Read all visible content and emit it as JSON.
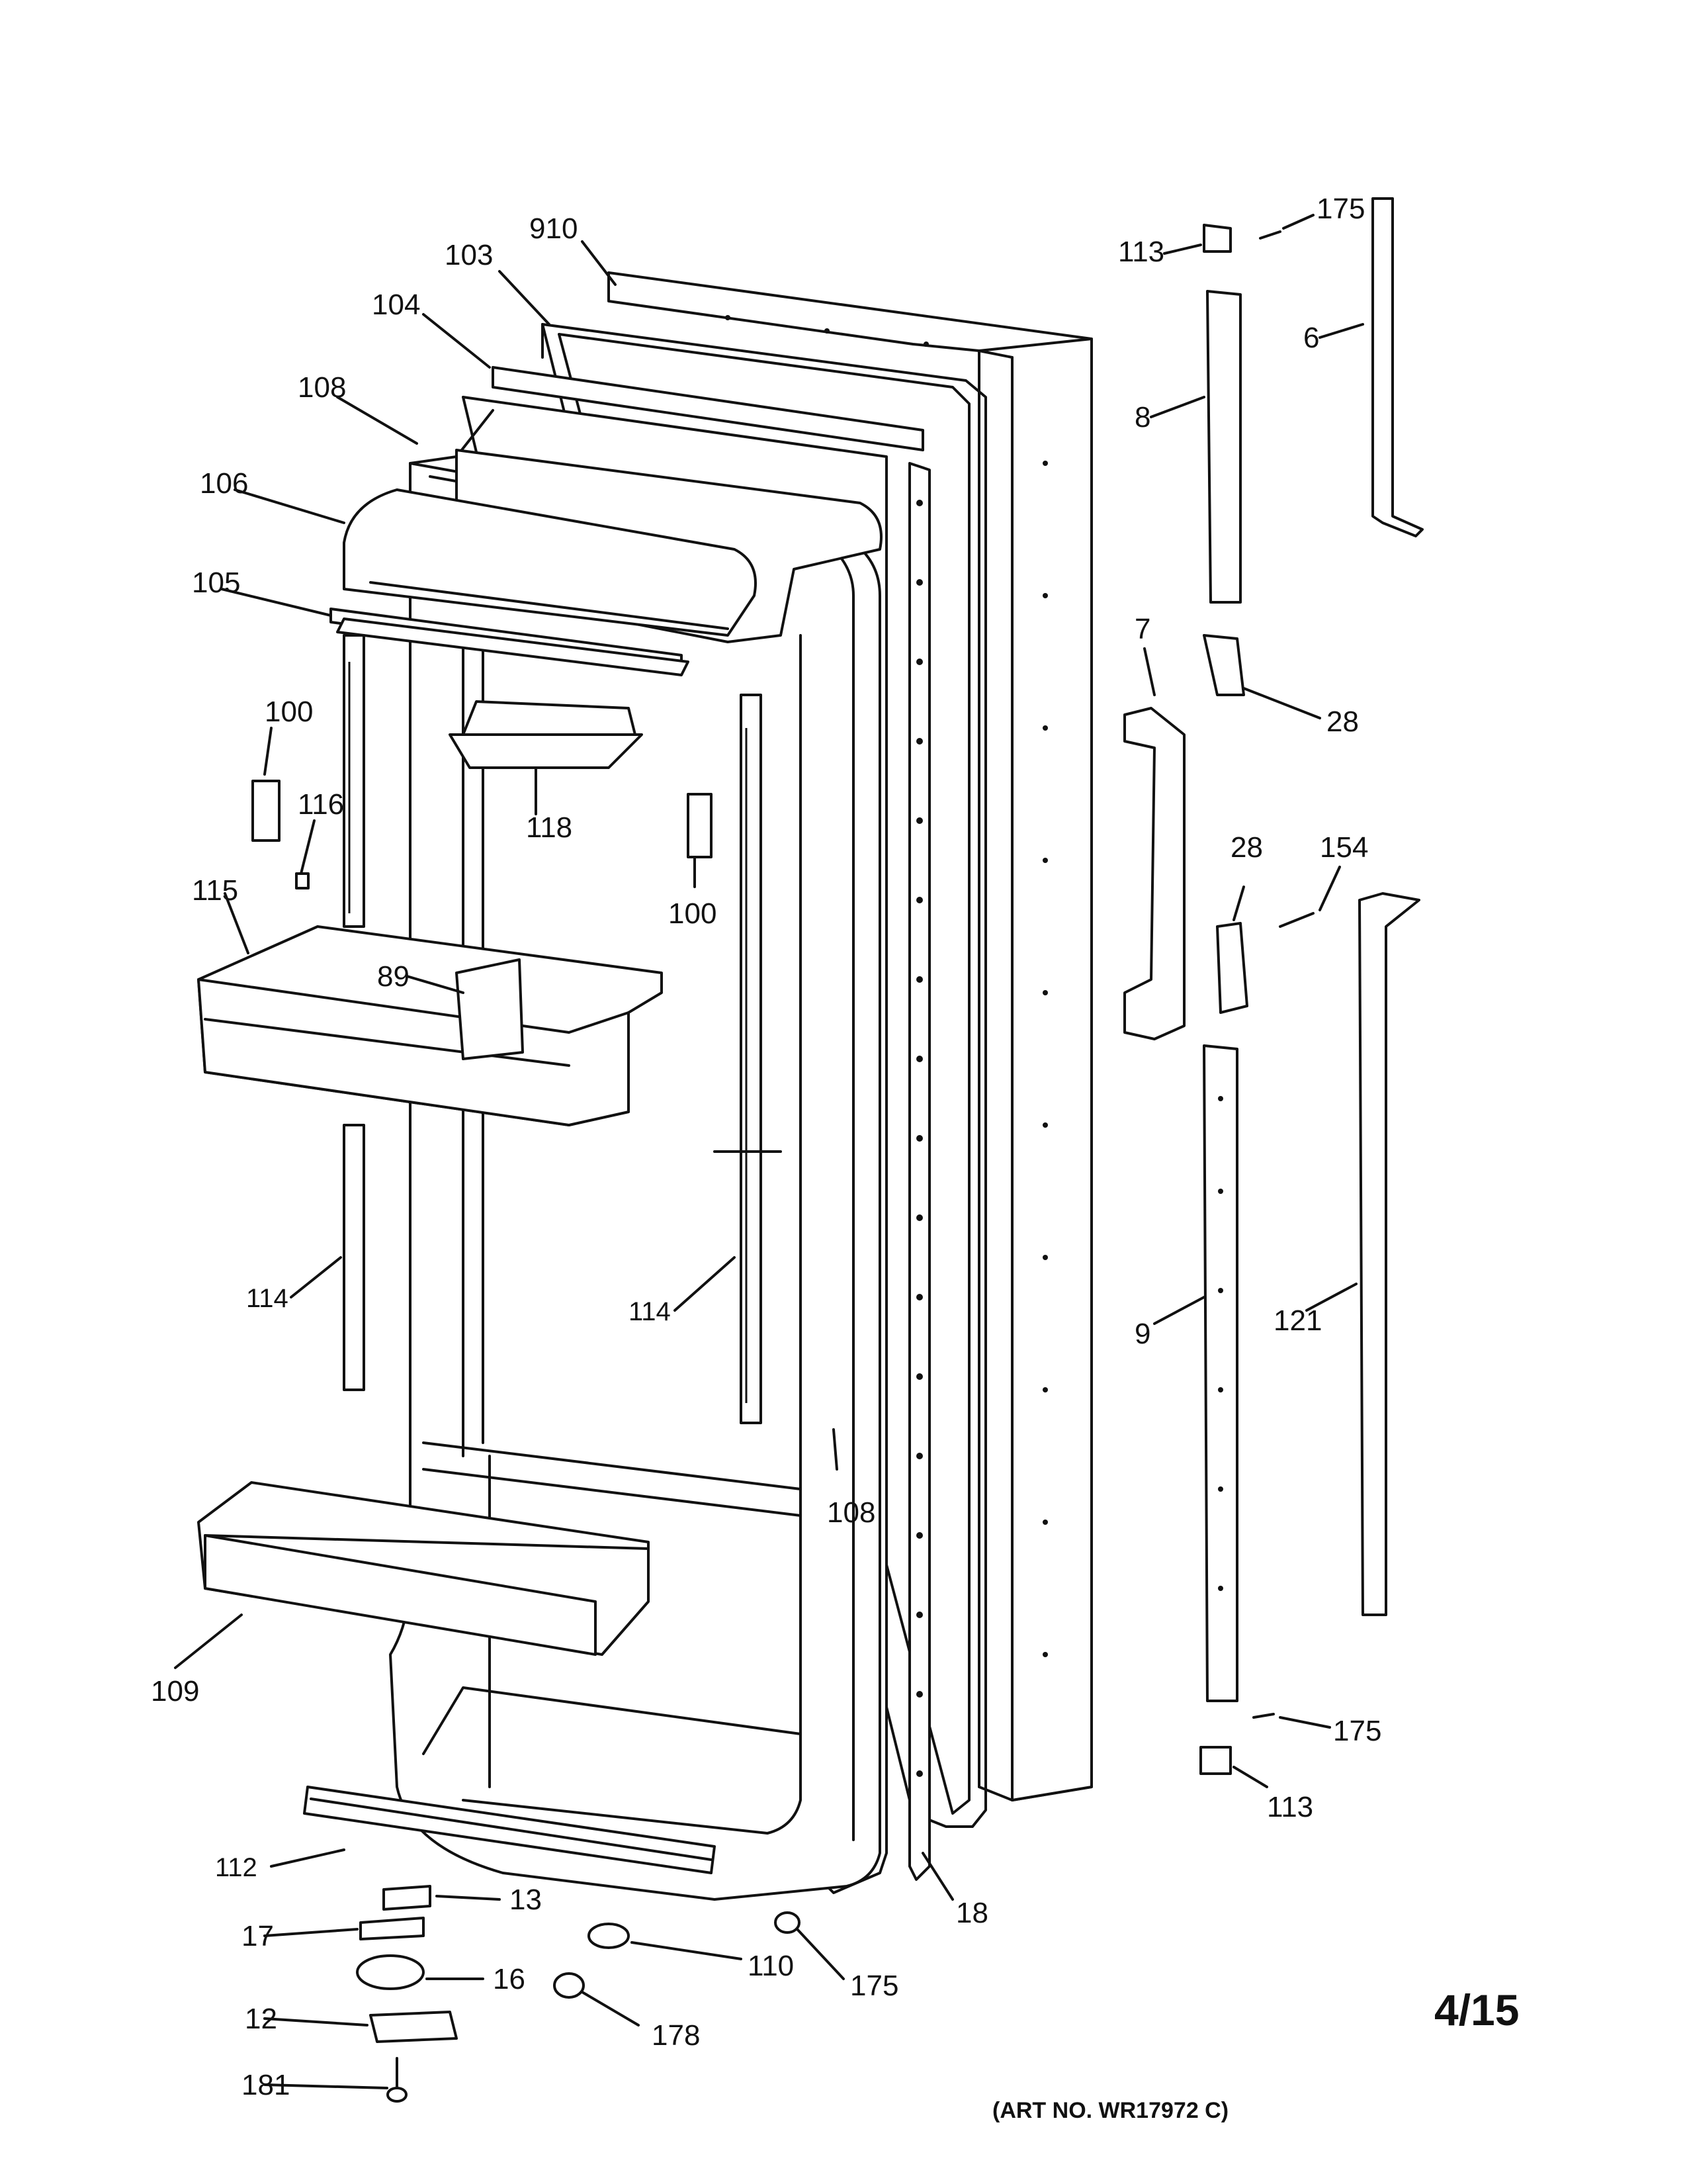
{
  "diagram": {
    "page_number": "4/15",
    "art_number": "(ART NO. WR17972 C)",
    "callouts": {
      "c910": "910",
      "c103": "103",
      "c104": "104",
      "c108a": "108",
      "c106": "106",
      "c105": "105",
      "c100a": "100",
      "c116": "116",
      "c115": "115",
      "c89": "89",
      "c118": "118",
      "c100b": "100",
      "c114a": "114",
      "c114b": "114",
      "c108b": "108",
      "c109": "109",
      "c112": "112",
      "c13": "13",
      "c17": "17",
      "c16": "16",
      "c12": "12",
      "c181": "181",
      "c110": "110",
      "c178": "178",
      "c175a": "175",
      "c18": "18",
      "c113a": "113",
      "c175b": "175",
      "c6": "6",
      "c8": "8",
      "c7": "7",
      "c28a": "28",
      "c28b": "28",
      "c154": "154",
      "c9": "9",
      "c121": "121",
      "c175c": "175",
      "c113b": "113"
    }
  }
}
